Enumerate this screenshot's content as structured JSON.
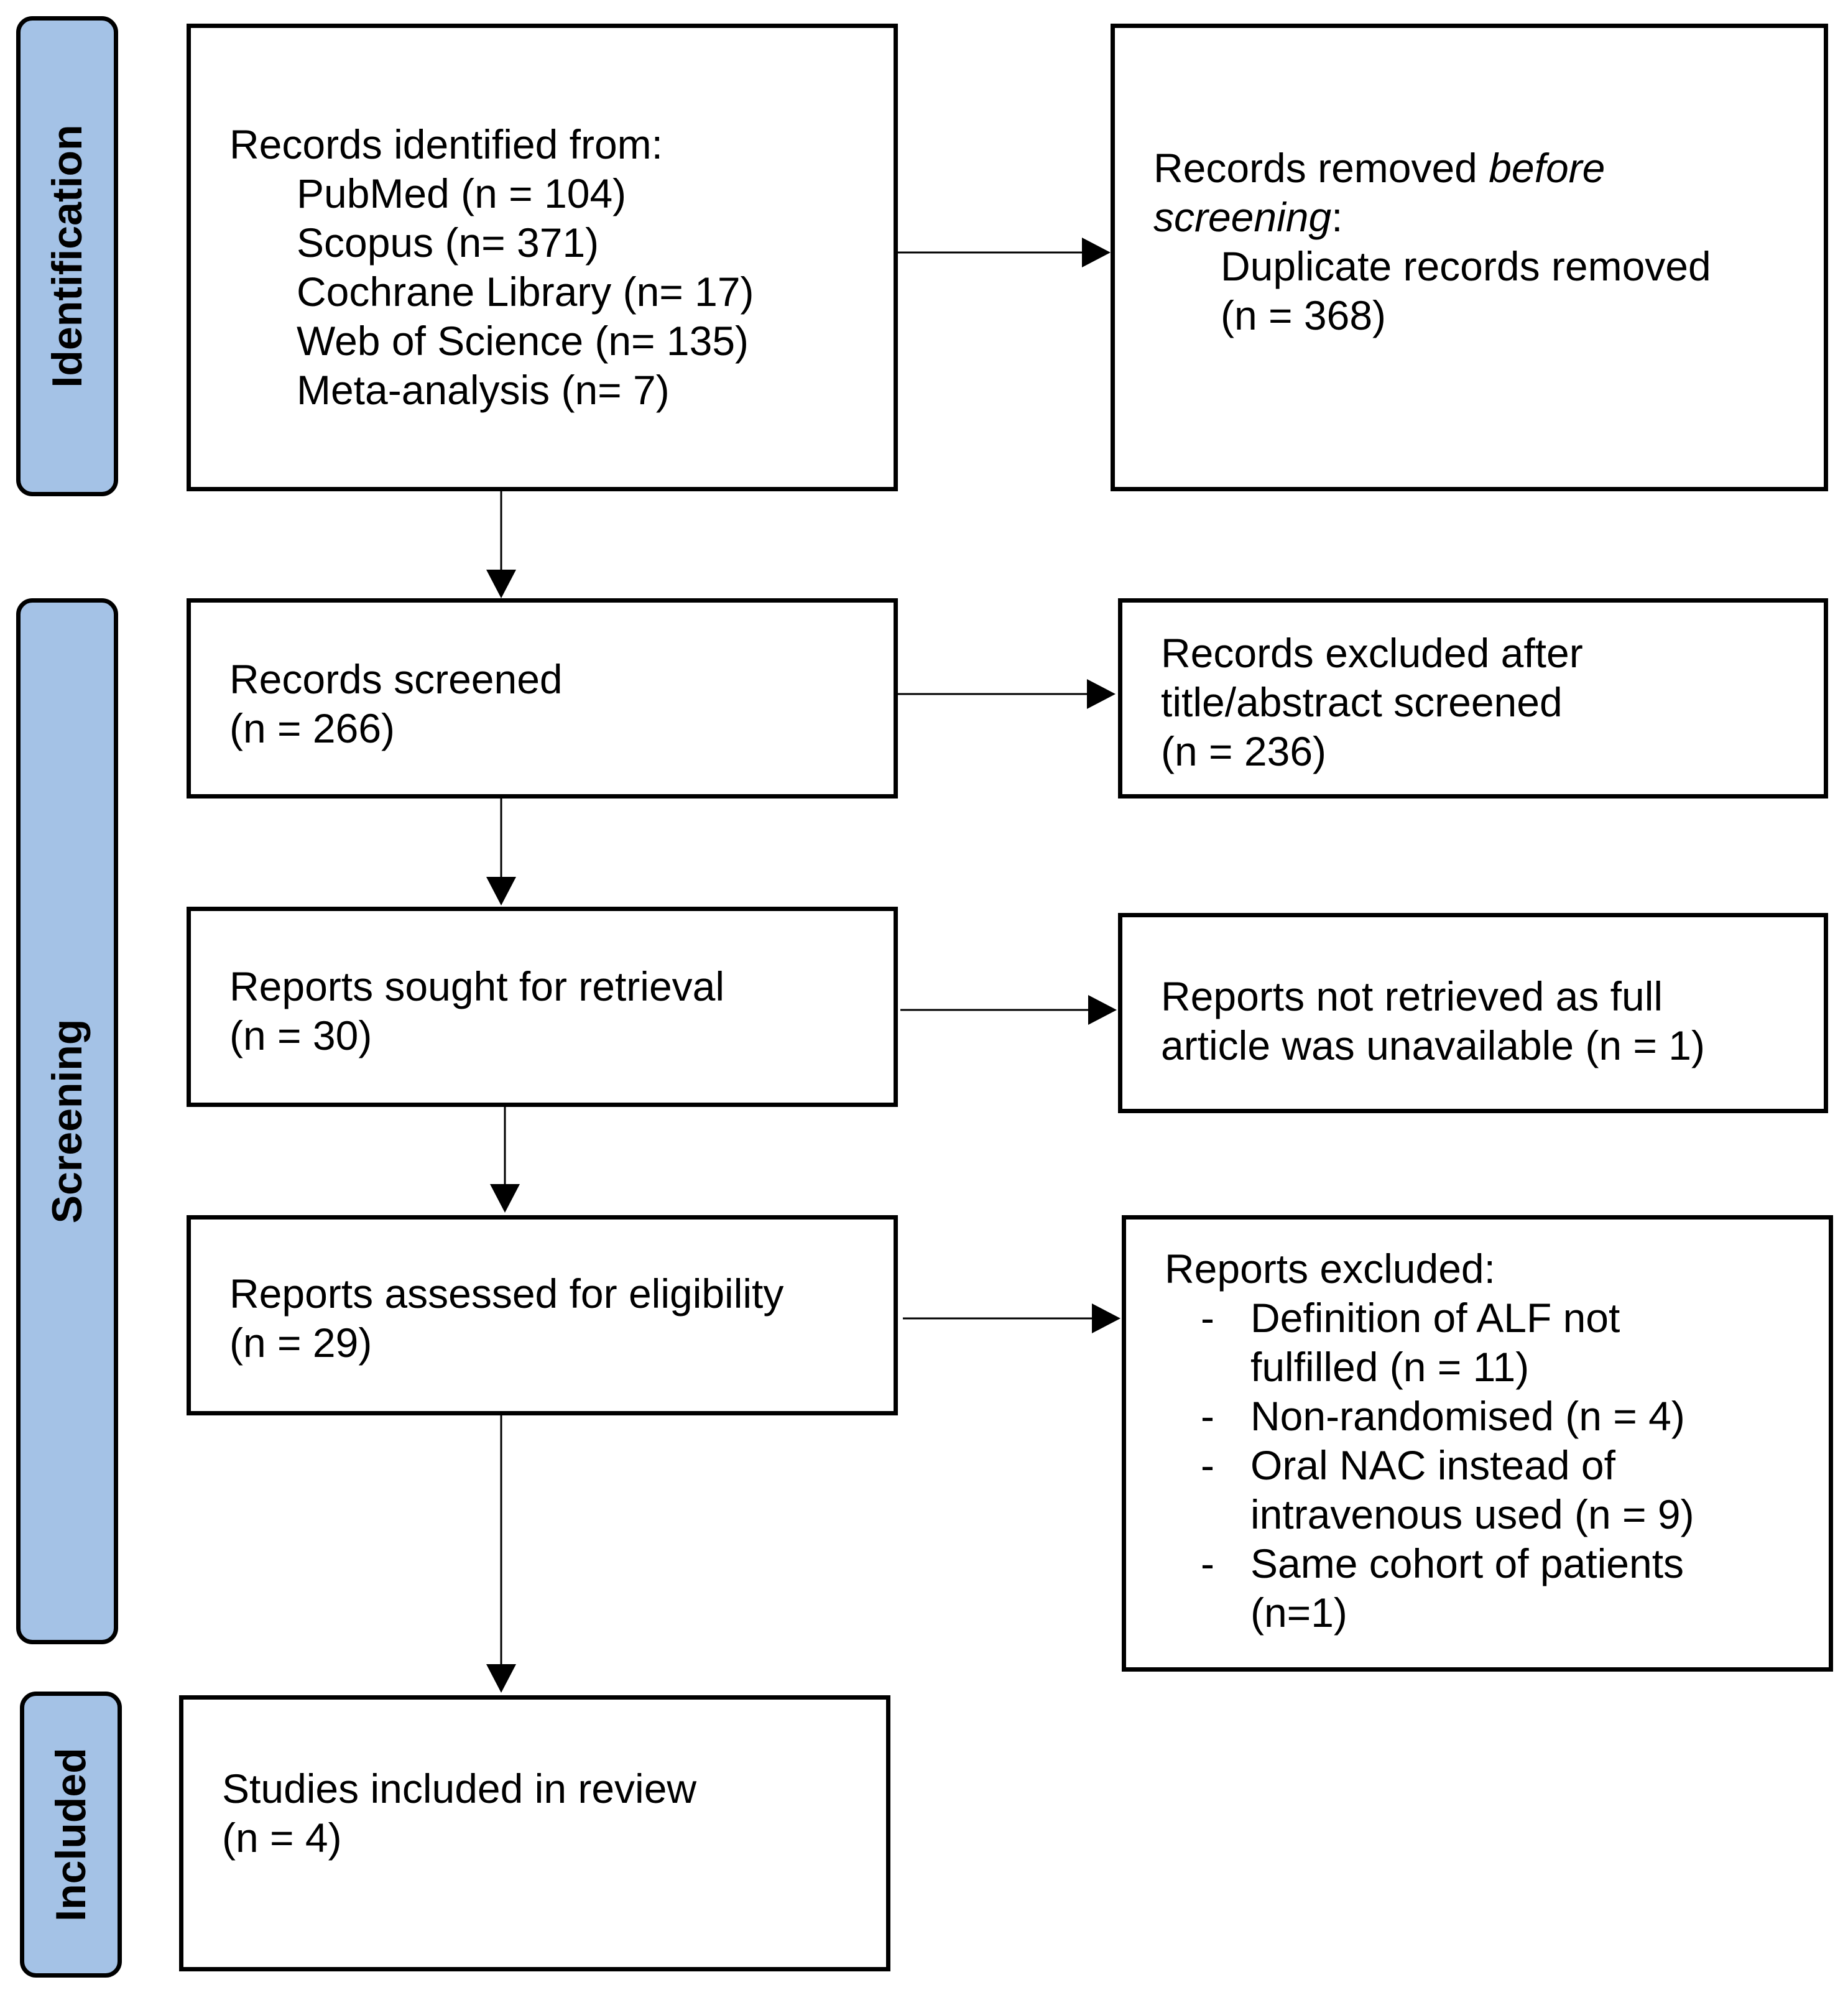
{
  "stages": {
    "identification": "Identification",
    "screening": "Screening",
    "included": "Included"
  },
  "identified": {
    "heading": "Records identified from:",
    "sources": [
      "PubMed (n = 104)",
      "Scopus (n= 371)",
      "Cochrane Library (n= 17)",
      "Web of Science (n= 135)",
      "Meta-analysis (n= 7)"
    ]
  },
  "removed": {
    "heading_prefix": "Records removed ",
    "heading_italic": "before",
    "heading_italic_2": "screening",
    "heading_suffix": ":",
    "detail_line1": "Duplicate records removed",
    "detail_line2": "(n = 368)"
  },
  "screened": {
    "line1": "Records screened",
    "line2": "(n = 266)"
  },
  "excluded_title": {
    "line1": "Records excluded after",
    "line2": "title/abstract screened",
    "line3": "(n = 236)"
  },
  "sought": {
    "line1": "Reports sought for retrieval",
    "line2": "(n = 30)"
  },
  "not_retrieved": {
    "line1": "Reports not retrieved as full",
    "line2": "article was unavailable (n = 1)"
  },
  "assessed": {
    "line1": "Reports assessed for eligibility",
    "line2": "(n = 29)"
  },
  "reports_excluded": {
    "heading": "Reports excluded:",
    "bullet": "-",
    "items": [
      {
        "line1": "Definition of ALF not",
        "line2": "fulfilled (n = 11)"
      },
      {
        "line1": "Non-randomised (n = 4)"
      },
      {
        "line1": "Oral NAC instead of",
        "line2": "intravenous used (n = 9)"
      },
      {
        "line1": "Same cohort of patients",
        "line2": "(n=1)"
      }
    ]
  },
  "included_box": {
    "line1": "Studies included in review",
    "line2": "(n = 4)"
  }
}
